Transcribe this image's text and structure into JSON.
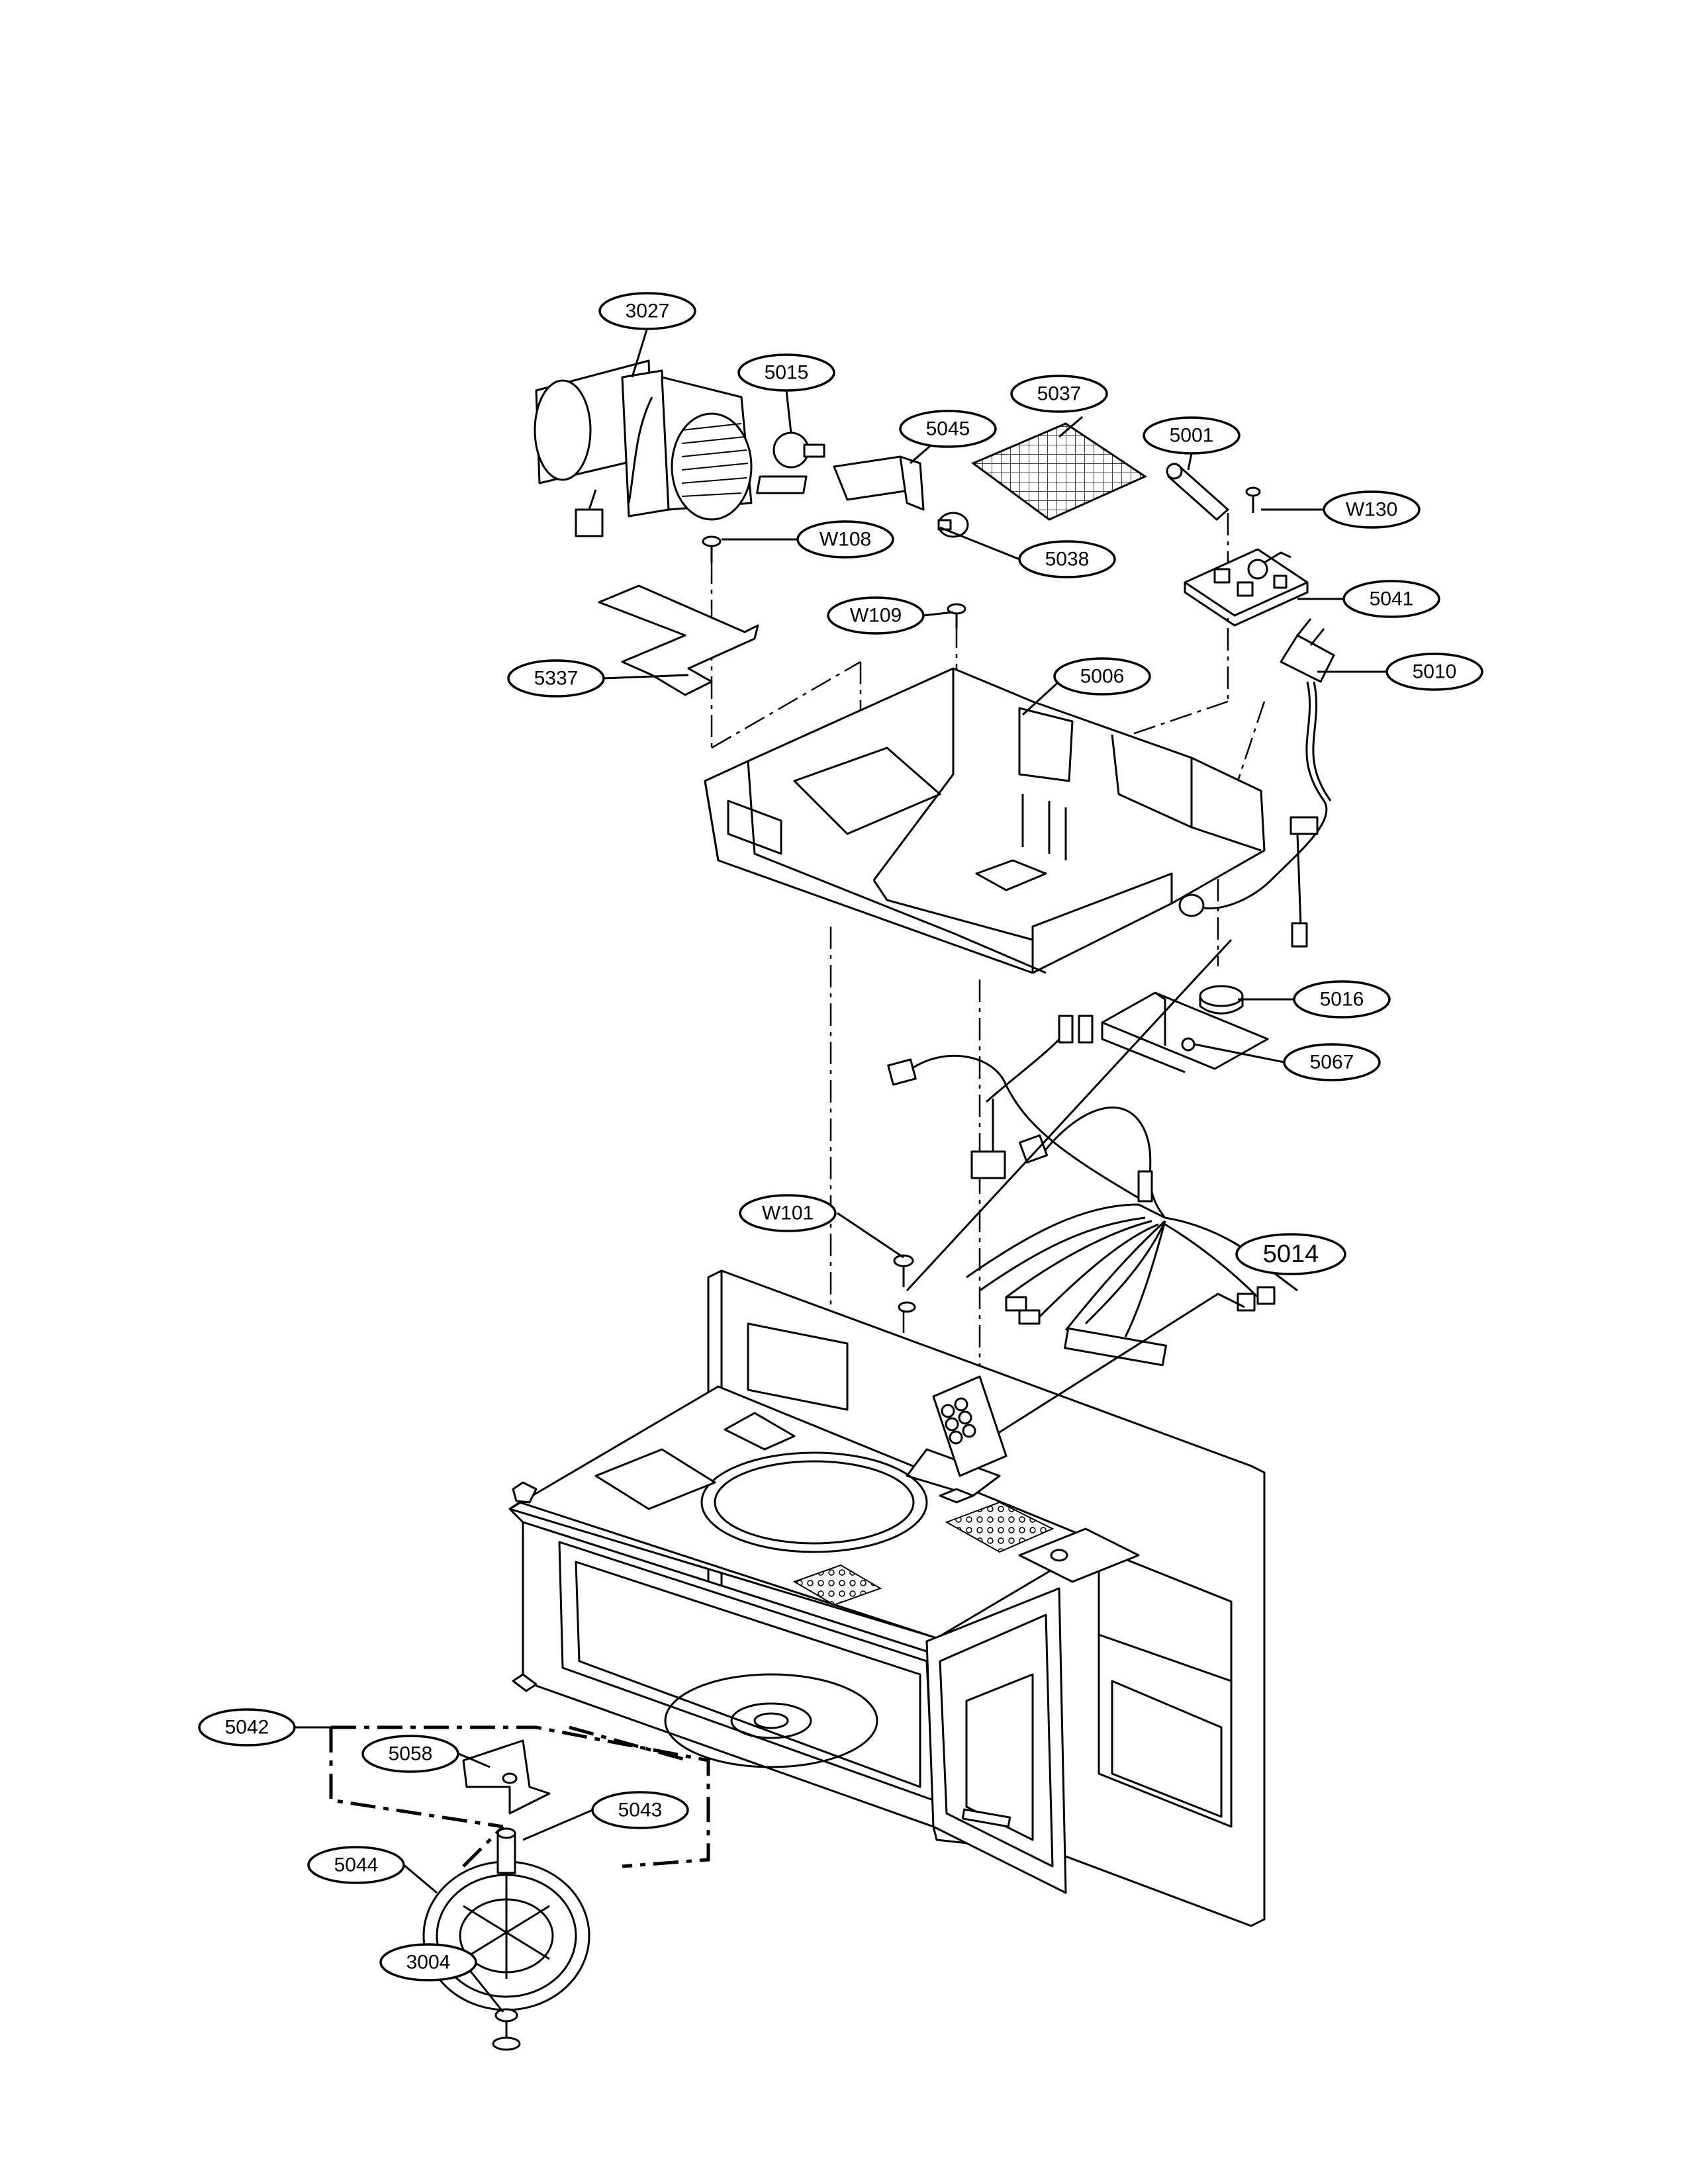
{
  "diagram": {
    "callouts": [
      {
        "id": "3027",
        "label": "3027"
      },
      {
        "id": "5015",
        "label": "5015"
      },
      {
        "id": "5037",
        "label": "5037"
      },
      {
        "id": "5045",
        "label": "5045"
      },
      {
        "id": "5001",
        "label": "5001"
      },
      {
        "id": "W130",
        "label": "W130"
      },
      {
        "id": "W108",
        "label": "W108"
      },
      {
        "id": "5038",
        "label": "5038"
      },
      {
        "id": "5041",
        "label": "5041"
      },
      {
        "id": "W109",
        "label": "W109"
      },
      {
        "id": "5010",
        "label": "5010"
      },
      {
        "id": "5006",
        "label": "5006"
      },
      {
        "id": "5337",
        "label": "5337"
      },
      {
        "id": "5016",
        "label": "5016"
      },
      {
        "id": "5067",
        "label": "5067"
      },
      {
        "id": "W101",
        "label": "W101"
      },
      {
        "id": "5014",
        "label": "5014"
      },
      {
        "id": "5042",
        "label": "5042"
      },
      {
        "id": "5058",
        "label": "5058"
      },
      {
        "id": "5043",
        "label": "5043"
      },
      {
        "id": "5044",
        "label": "5044"
      },
      {
        "id": "3004",
        "label": "3004"
      }
    ]
  }
}
